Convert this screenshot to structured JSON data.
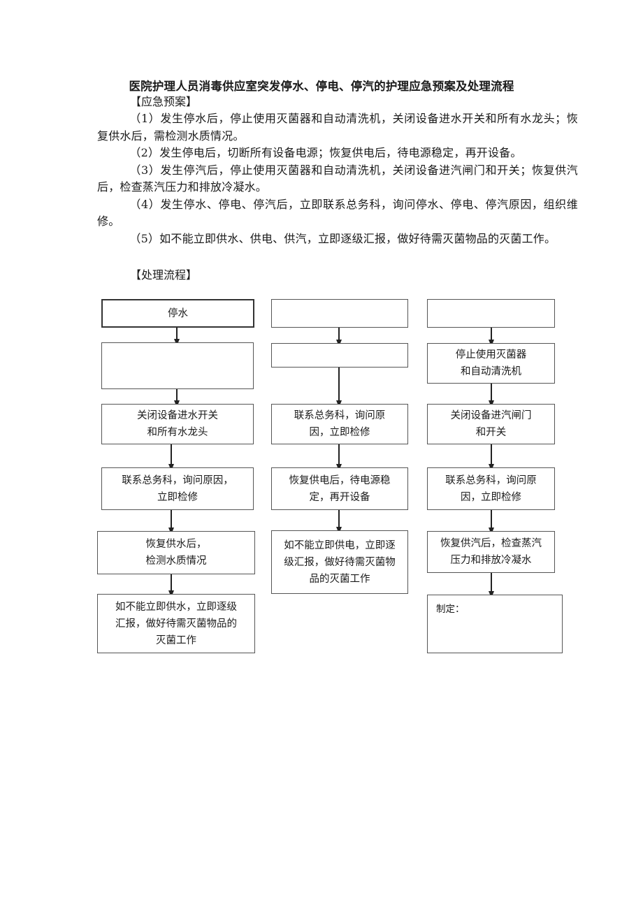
{
  "title": "医院护理人员消毒供应室突发停水、停电、停汽的护理应急预案及处理流程",
  "plan": {
    "heading": "【应急预案】",
    "items": [
      "（1）发生停水后，停止使用灭菌器和自动清洗机，关闭设备进水开关和所有水龙头；恢复供水后，需检测水质情况。",
      "（2）发生停电后，切断所有设备电源；恢复供电后，待电源稳定，再开设备。",
      "（3）发生停汽后，停止使用灭菌器和自动清洗机，关闭设备进汽闸门和开关；恢复供汽后，检查蒸汽压力和排放冷凝水。",
      "（4）发生停水、停电、停汽后，立即联系总务科，询问停水、停电、停汽原因，组织维修。",
      "（5）如不能立即供水、供电、供汽，立即逐级汇报，做好待需灭菌物品的灭菌工作。"
    ]
  },
  "flow": {
    "heading": "【处理流程】",
    "water": [
      "停水",
      "",
      "关闭设备进水开关\n和所有水龙头",
      "联系总务科，询问原因，\n立即检修",
      "恢复供水后，\n检测水质情况",
      "如不能立即供水，立即逐级\n汇报，做好待需灭菌物品的\n灭菌工作"
    ],
    "power": [
      "",
      "",
      "联系总务科，询问原\n因，立即检修",
      "恢复供电后，待电源稳\n定，再开设备",
      "如不能立即供电，立即逐\n级汇报，做好待需灭菌物\n品的灭菌工作"
    ],
    "steam": [
      "",
      "停止使用灭菌器\n和自动清洗机",
      "关闭设备进汽闸门\n和开关",
      "联系总务科，询问原\n因，立即检修",
      "恢复供汽后，检查蒸汽\n压力和排放冷凝水"
    ],
    "note_label": "制定："
  }
}
